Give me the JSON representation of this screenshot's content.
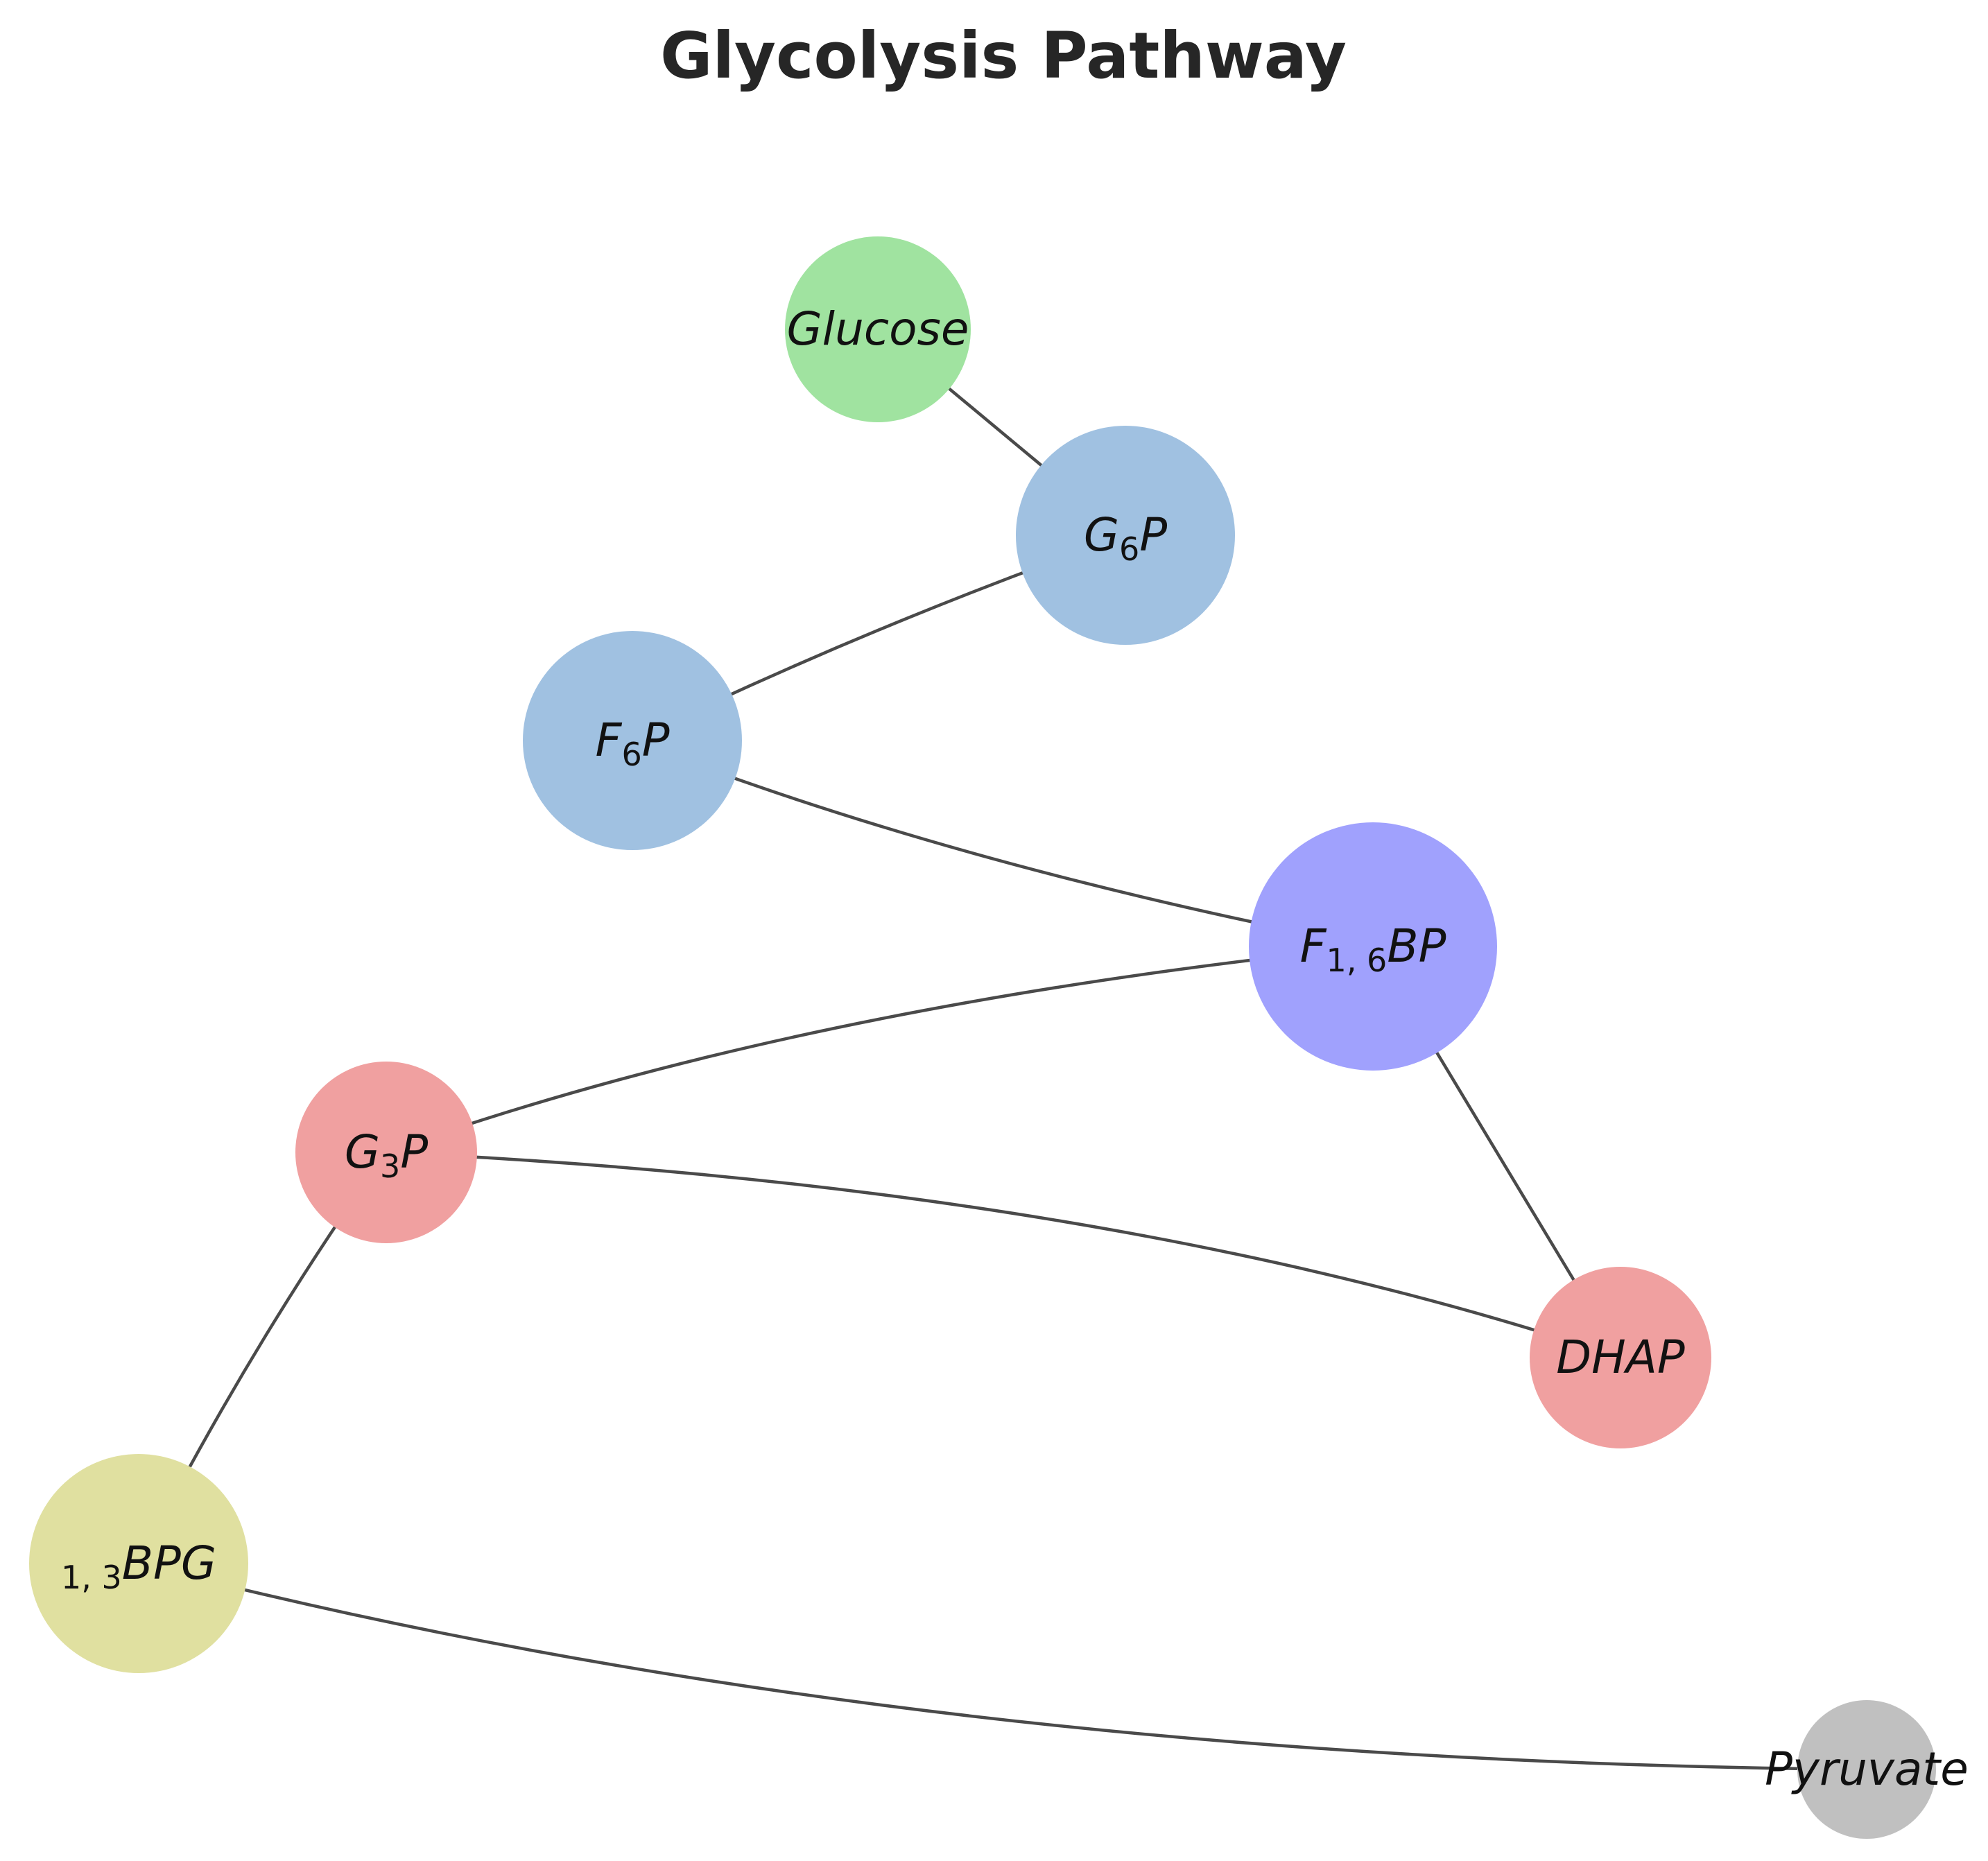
{
  "title": "Glycolysis Pathway",
  "nodes": [
    {
      "id": "glucose",
      "color": "#a0e3a0",
      "label": [
        {
          "t": "Glucose"
        }
      ]
    },
    {
      "id": "g6p",
      "color": "#a0c1e1",
      "label": [
        {
          "t": "G"
        },
        {
          "t": "6",
          "sub": true
        },
        {
          "t": "P"
        }
      ]
    },
    {
      "id": "f6p",
      "color": "#a0c1e1",
      "label": [
        {
          "t": "F"
        },
        {
          "t": "6",
          "sub": true
        },
        {
          "t": "P"
        }
      ]
    },
    {
      "id": "f16bp",
      "color": "#a0a1fd",
      "label": [
        {
          "t": "F"
        },
        {
          "t": "1, 6",
          "sub": true
        },
        {
          "t": "BP"
        }
      ]
    },
    {
      "id": "g3p",
      "color": "#f0a0a0",
      "label": [
        {
          "t": "G"
        },
        {
          "t": "3",
          "sub": true
        },
        {
          "t": "P"
        }
      ]
    },
    {
      "id": "dhap",
      "color": "#f0a0a0",
      "label": [
        {
          "t": "DHAP"
        }
      ]
    },
    {
      "id": "bpg13",
      "color": "#e0e0a0",
      "label": [
        {
          "t": "1, 3",
          "sub": true
        },
        {
          "t": "BPG"
        }
      ]
    },
    {
      "id": "pyruvate",
      "color": "#c0c0c0",
      "label": [
        {
          "t": "Pyruvate"
        }
      ]
    }
  ],
  "edges": [
    {
      "from": "glucose",
      "to": "g6p"
    },
    {
      "from": "g6p",
      "to": "f6p"
    },
    {
      "from": "f6p",
      "to": "f16bp"
    },
    {
      "from": "f16bp",
      "to": "g3p"
    },
    {
      "from": "f16bp",
      "to": "dhap"
    },
    {
      "from": "g3p",
      "to": "dhap"
    },
    {
      "from": "g3p",
      "to": "bpg13"
    },
    {
      "from": "bpg13",
      "to": "pyruvate"
    }
  ]
}
